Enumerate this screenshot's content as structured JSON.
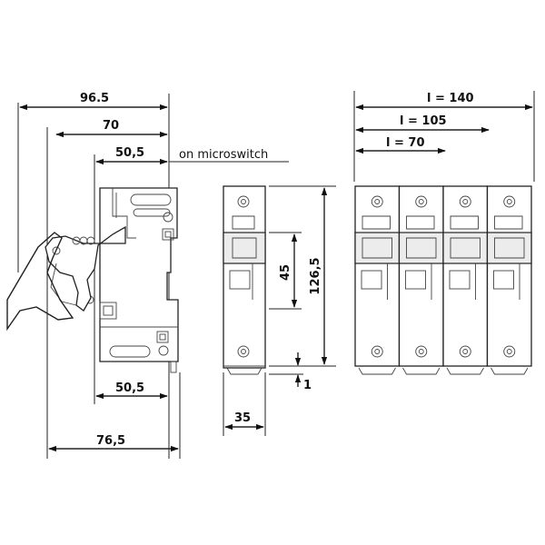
{
  "dimensions": {
    "side_total": "96.5",
    "side_70": "70",
    "side_50_5_top": "50,5",
    "microswitch_note": "on microswitch",
    "side_50_5_bottom": "50,5",
    "side_76_5": "76,5",
    "front_45": "45",
    "front_126_5": "126,5",
    "front_35": "35",
    "front_1": "1",
    "multi_140": "l = 140",
    "multi_105": "l = 105",
    "multi_70": "l = 70"
  }
}
